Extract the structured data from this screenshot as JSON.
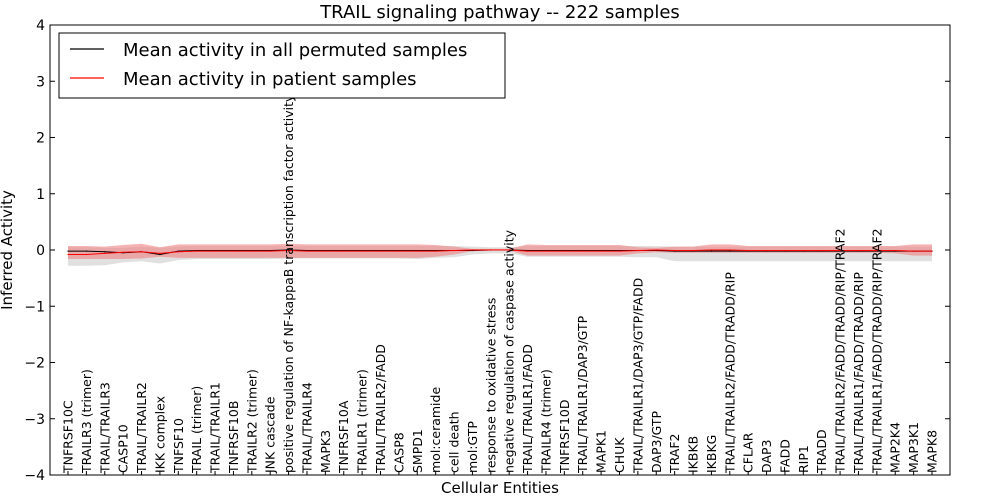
{
  "chart_data": {
    "type": "line",
    "title": "TRAIL signaling pathway -- 222 samples",
    "xlabel": "Cellular Entities",
    "ylabel": "Inferred Activity",
    "ylim": [
      -4,
      4
    ],
    "yticks": [
      -4,
      -3,
      -2,
      -1,
      0,
      1,
      2,
      3,
      4
    ],
    "grid": false,
    "legend_position": "top-left",
    "categories": [
      "TNFRSF10C",
      "TRAILR3 (trimer)",
      "TRAIL/TRAILR3",
      "CASP10",
      "TRAIL/TRAILR2",
      "IKK complex",
      "TNFSF10",
      "TRAIL (trimer)",
      "TRAIL/TRAILR1",
      "TNFRSF10B",
      "TRAILR2 (trimer)",
      "JNK cascade",
      "positive regulation of NF-kappaB transcription factor activity",
      "TRAIL/TRAILR4",
      "MAPK3",
      "TNFRSF10A",
      "TRAILR1 (trimer)",
      "TRAIL/TRAILR2/FADD",
      "CASP8",
      "SMPD1",
      "mol:ceramide",
      "cell death",
      "mol:GTP",
      "response to oxidative stress",
      "negative regulation of caspase activity",
      "TRAIL/TRAILR1/FADD",
      "TRAILR4 (trimer)",
      "TNFRSF10D",
      "TRAIL/TRAILR1/DAP3/GTP",
      "MAPK1",
      "CHUK",
      "TRAIL/TRAILR1/DAP3/GTP/FADD",
      "DAP3/GTP",
      "TRAF2",
      "IKBKB",
      "IKBKG",
      "TRAIL/TRAILR2/FADD/TRADD/RIP",
      "CFLAR",
      "DAP3",
      "FADD",
      "RIP1",
      "TRADD",
      "TRAIL/TRAILR2/FADD/TRADD/RIP/TRAF2",
      "TRAIL/TRAILR1/FADD/TRADD/RIP",
      "TRAIL/TRAILR1/FADD/TRADD/RIP/TRAF2",
      "MAP2K4",
      "MAP3K1",
      "MAPK8"
    ],
    "series": [
      {
        "name": "Mean activity in all permuted samples",
        "color": "#000000",
        "band_color": "#bbbbbb",
        "values": [
          -0.02,
          -0.02,
          -0.03,
          -0.05,
          -0.03,
          -0.08,
          -0.02,
          -0.01,
          -0.01,
          -0.01,
          -0.01,
          -0.01,
          0.0,
          -0.01,
          -0.01,
          -0.01,
          -0.01,
          -0.01,
          -0.01,
          -0.01,
          -0.01,
          -0.01,
          -0.01,
          0.0,
          0.0,
          -0.01,
          -0.01,
          -0.01,
          -0.01,
          -0.01,
          -0.01,
          -0.01,
          -0.01,
          -0.02,
          -0.02,
          -0.02,
          -0.02,
          -0.02,
          -0.02,
          -0.02,
          -0.02,
          -0.02,
          -0.02,
          -0.02,
          -0.02,
          -0.02,
          -0.02,
          -0.02
        ],
        "lower": [
          -0.28,
          -0.28,
          -0.27,
          -0.22,
          -0.2,
          -0.24,
          -0.18,
          -0.16,
          -0.16,
          -0.16,
          -0.16,
          -0.16,
          -0.15,
          -0.15,
          -0.15,
          -0.15,
          -0.15,
          -0.15,
          -0.15,
          -0.16,
          -0.14,
          -0.13,
          -0.08,
          -0.06,
          -0.06,
          -0.12,
          -0.12,
          -0.12,
          -0.12,
          -0.12,
          -0.12,
          -0.13,
          -0.13,
          -0.2,
          -0.2,
          -0.2,
          -0.2,
          -0.2,
          -0.2,
          -0.2,
          -0.2,
          -0.2,
          -0.2,
          -0.2,
          -0.2,
          -0.2,
          -0.2,
          -0.2
        ],
        "upper": [
          0.05,
          0.05,
          0.04,
          0.04,
          0.06,
          0.04,
          0.06,
          0.07,
          0.07,
          0.07,
          0.07,
          0.07,
          0.07,
          0.07,
          0.07,
          0.07,
          0.07,
          0.07,
          0.07,
          0.07,
          0.07,
          0.07,
          0.06,
          0.05,
          0.05,
          0.07,
          0.07,
          0.07,
          0.07,
          0.07,
          0.07,
          0.07,
          0.07,
          0.06,
          0.06,
          0.06,
          0.06,
          0.06,
          0.06,
          0.06,
          0.06,
          0.06,
          0.06,
          0.06,
          0.06,
          0.06,
          0.06,
          0.06
        ]
      },
      {
        "name": "Mean activity in patient samples",
        "color": "#ff0000",
        "band_color": "#f08080",
        "values": [
          -0.08,
          -0.08,
          -0.06,
          -0.04,
          -0.03,
          -0.06,
          -0.03,
          -0.02,
          -0.02,
          -0.02,
          -0.02,
          -0.02,
          -0.01,
          -0.02,
          -0.02,
          -0.02,
          -0.02,
          -0.02,
          -0.02,
          -0.02,
          -0.02,
          -0.01,
          0.0,
          0.0,
          0.0,
          -0.02,
          -0.02,
          -0.02,
          -0.02,
          -0.02,
          -0.02,
          -0.01,
          0.0,
          -0.01,
          -0.01,
          0.0,
          0.0,
          -0.01,
          -0.01,
          -0.01,
          -0.01,
          -0.01,
          -0.01,
          -0.01,
          -0.01,
          -0.01,
          -0.02,
          -0.02
        ],
        "lower": [
          -0.16,
          -0.16,
          -0.16,
          -0.16,
          -0.15,
          -0.12,
          -0.14,
          -0.14,
          -0.14,
          -0.14,
          -0.14,
          -0.14,
          -0.14,
          -0.14,
          -0.14,
          -0.14,
          -0.14,
          -0.14,
          -0.14,
          -0.14,
          -0.12,
          -0.08,
          -0.02,
          -0.01,
          -0.01,
          -0.1,
          -0.1,
          -0.1,
          -0.1,
          -0.1,
          -0.1,
          -0.06,
          -0.04,
          -0.05,
          -0.05,
          -0.05,
          -0.05,
          -0.05,
          -0.05,
          -0.05,
          -0.05,
          -0.05,
          -0.05,
          -0.05,
          -0.05,
          -0.06,
          -0.1,
          -0.1
        ],
        "upper": [
          0.07,
          0.07,
          0.06,
          0.09,
          0.11,
          0.05,
          0.1,
          0.1,
          0.1,
          0.1,
          0.1,
          0.1,
          0.11,
          0.1,
          0.1,
          0.1,
          0.1,
          0.1,
          0.1,
          0.1,
          0.09,
          0.06,
          0.02,
          0.02,
          0.02,
          0.1,
          0.09,
          0.09,
          0.09,
          0.09,
          0.09,
          0.05,
          0.04,
          0.06,
          0.06,
          0.1,
          0.1,
          0.07,
          0.07,
          0.07,
          0.07,
          0.07,
          0.07,
          0.07,
          0.07,
          0.07,
          0.1,
          0.1
        ]
      }
    ]
  }
}
